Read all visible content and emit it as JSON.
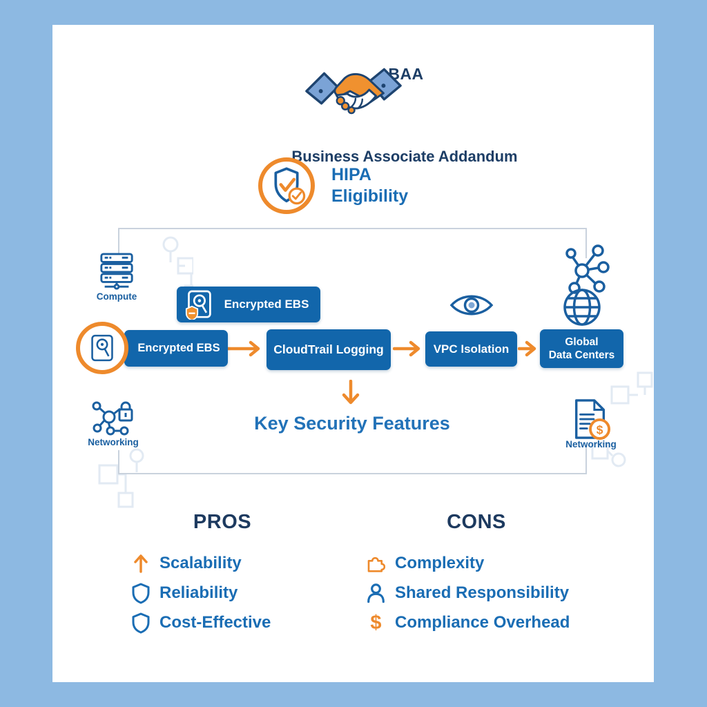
{
  "colors": {
    "background": "#8DB9E2",
    "card": "#FFFFFF",
    "navy_heading": "#1D3E66",
    "blue_text": "#1A6DB4",
    "box_blue": "#1266AB",
    "accent_orange": "#EE8A2C",
    "icon_blue": "#1A5FA0",
    "bracket_gray": "#C9D2DD"
  },
  "header": {
    "acronym": "BAA",
    "icon": "handshake-icon",
    "subtitle": "Business Associate Addandum"
  },
  "eligibility": {
    "icon": "shield-check-badge-icon",
    "line1": "HIPA",
    "line2": "Eligibility"
  },
  "diagram": {
    "corner_icons": {
      "top_left": {
        "icon": "server-stack-icon",
        "label": "Compute"
      },
      "top_right": {
        "icon": "network-nodes-icon"
      },
      "bottom_left": {
        "icon": "network-lock-icon",
        "label": "Networking"
      },
      "bottom_right": {
        "icon": "document-dollar-icon",
        "label": "Networking"
      }
    },
    "top_box": {
      "icon": "encrypted-disk-icon",
      "label": "Encrypted EBS"
    },
    "flow_steps": [
      {
        "icon": "disk-icon",
        "label": "Encrypted EBS"
      },
      {
        "label": "CloudTrail Logging"
      },
      {
        "icon": "eye-icon",
        "label": "VPC Isolation"
      },
      {
        "icon": "globe-icon",
        "line1": "Global",
        "line2": "Data Centers"
      }
    ],
    "caption": "Key Security Features"
  },
  "pros": {
    "title": "PROS",
    "items": [
      {
        "icon": "up-arrow-icon",
        "label": "Scalability"
      },
      {
        "icon": "shield-icon",
        "label": "Reliability"
      },
      {
        "icon": "shield-icon",
        "label": "Cost-Effective"
      }
    ]
  },
  "cons": {
    "title": "CONS",
    "items": [
      {
        "icon": "puzzle-icon",
        "label": "Complexity"
      },
      {
        "icon": "person-icon",
        "label": "Shared Responsibility"
      },
      {
        "icon": "dollar-icon",
        "label": "Compliance Overhead"
      }
    ]
  }
}
